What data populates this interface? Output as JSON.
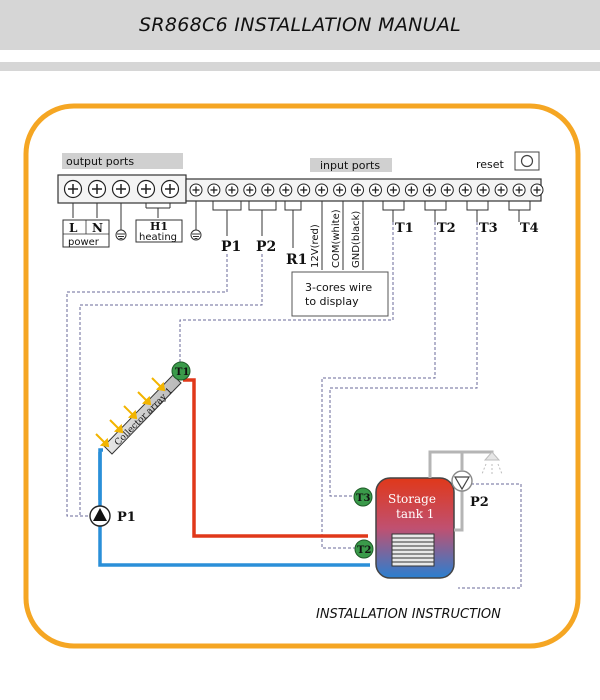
{
  "header": {
    "title": "SR868C6 INSTALLATION  MANUAL"
  },
  "terminal": {
    "output_ports": "output ports",
    "input_ports": "input ports",
    "reset": "reset",
    "L": "L",
    "N": "N",
    "power": "power",
    "H1": "H1",
    "heating": "heating",
    "P1": "P1",
    "P2": "P2",
    "R1": "R1",
    "wire_12v": "12V(red)",
    "wire_com": "COM(white)",
    "wire_gnd": "GND(black)",
    "T1": "T1",
    "T2": "T2",
    "T3": "T3",
    "T4": "T4",
    "display_note_1": "3-cores wire",
    "display_note_2": "to display"
  },
  "system": {
    "collector_label": "Collector array 1",
    "sensor_t1": "T1",
    "sensor_t2": "T2",
    "sensor_t3": "T3",
    "pump_p1": "P1",
    "pump_p2": "P2",
    "tank_line1": "Storage",
    "tank_line2": "tank 1"
  },
  "footer": {
    "caption": "INSTALLATION INSTRUCTION"
  },
  "colors": {
    "frame": "#f5a623",
    "hot_pipe": "#e0381a",
    "cold_pipe": "#2a8fd8",
    "sensor": "#3a9a4a",
    "tank_hot": "#e04a2a",
    "tank_cold": "#2a7fd0"
  }
}
